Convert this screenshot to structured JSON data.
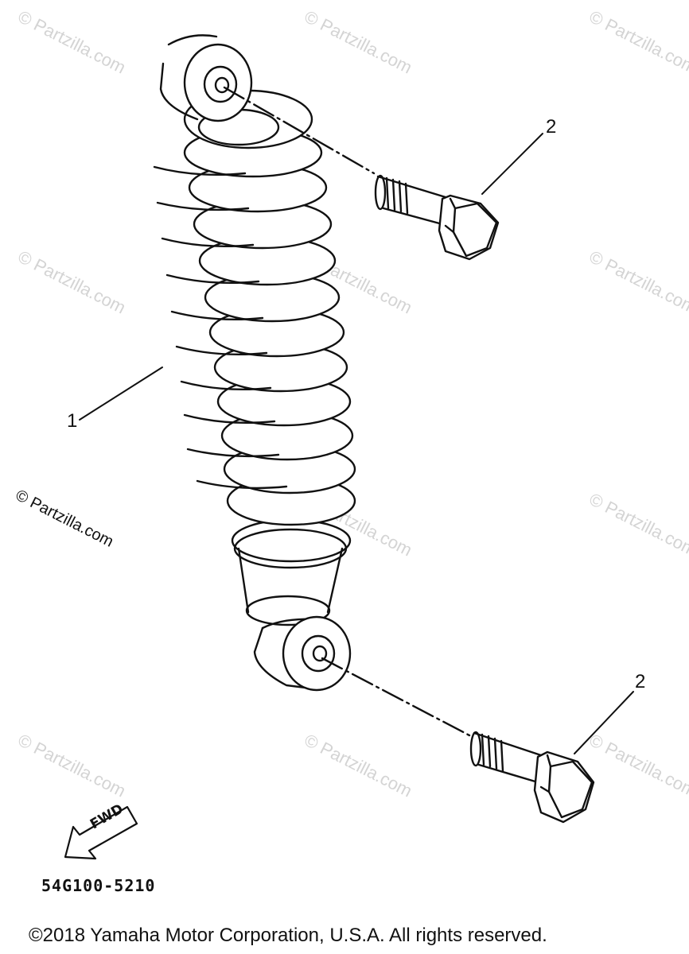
{
  "watermark": {
    "text": "© Partzilla.com"
  },
  "callouts": {
    "shock_absorber": "1",
    "bolt_upper": "2",
    "bolt_lower": "2"
  },
  "direction_arrow_label": "FWD",
  "diagram_code": "54G100-5210",
  "copyright": "©2018  Yamaha Motor Corporation, U.S.A. All rights reserved.",
  "parts": [
    {
      "ref": "1",
      "name": "shock absorber"
    },
    {
      "ref": "2",
      "name": "bolt"
    }
  ]
}
